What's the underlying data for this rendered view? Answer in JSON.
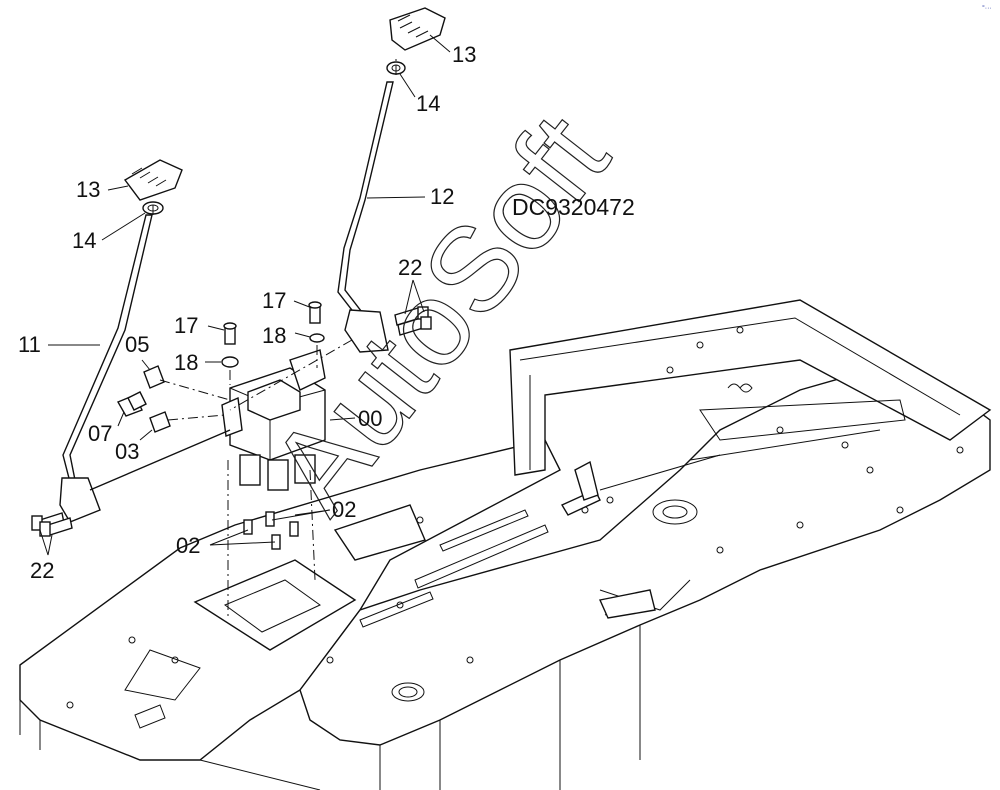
{
  "drawing_code": "DC9320472",
  "watermark": "AutoSoft",
  "corner_mark": "°···",
  "callouts": [
    {
      "id": "c13a",
      "label": "13"
    },
    {
      "id": "c14a",
      "label": "14"
    },
    {
      "id": "c12",
      "label": "12"
    },
    {
      "id": "c22a",
      "label": "22"
    },
    {
      "id": "c17a",
      "label": "17"
    },
    {
      "id": "c18a",
      "label": "18"
    },
    {
      "id": "c13b",
      "label": "13"
    },
    {
      "id": "c14b",
      "label": "14"
    },
    {
      "id": "c17b",
      "label": "17"
    },
    {
      "id": "c18b",
      "label": "18"
    },
    {
      "id": "c11",
      "label": "11"
    },
    {
      "id": "c05",
      "label": "05"
    },
    {
      "id": "c07",
      "label": "07"
    },
    {
      "id": "c03",
      "label": "03"
    },
    {
      "id": "c00",
      "label": "00"
    },
    {
      "id": "c02a",
      "label": "02"
    },
    {
      "id": "c02b",
      "label": "02"
    },
    {
      "id": "c22b",
      "label": "22"
    }
  ]
}
